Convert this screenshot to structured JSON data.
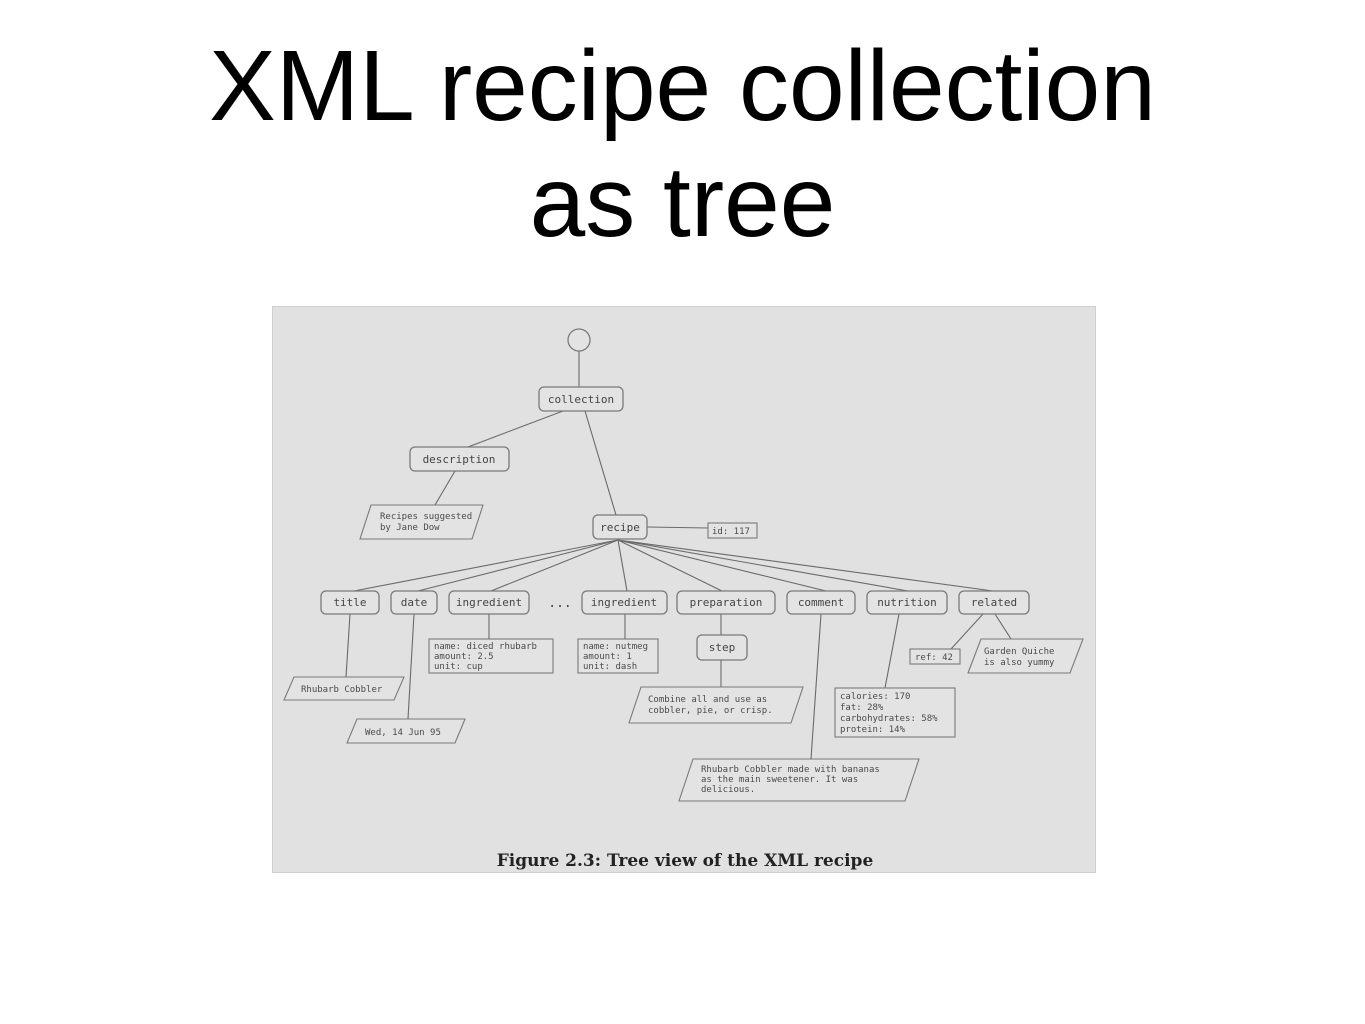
{
  "slide": {
    "title_line1": "XML recipe collection",
    "title_line2": "as tree"
  },
  "figure": {
    "caption": "Figure 2.3: Tree view of the XML recipe",
    "nodes": {
      "collection": "collection",
      "description": "description",
      "recipe": "recipe",
      "title": "title",
      "date": "date",
      "ingredient_1": "ingredient",
      "ingredient_2": "ingredient",
      "preparation": "preparation",
      "comment": "comment",
      "nutrition": "nutrition",
      "related": "related",
      "step": "step",
      "ellipsis": "..."
    },
    "attributes": {
      "recipe_id": "id: 117",
      "related_ref": "ref: 42",
      "ingredient_1": [
        "name: diced rhubarb",
        "amount: 2.5",
        "unit: cup"
      ],
      "ingredient_2": [
        "name: nutmeg",
        "amount: 1",
        "unit: dash"
      ],
      "nutrition": [
        "calories: 170",
        "fat: 28%",
        "carbohydrates: 58%",
        "protein: 14%"
      ]
    },
    "texts": {
      "description": [
        "Recipes suggested",
        "by Jane Dow"
      ],
      "title": "Rhubarb Cobbler",
      "date": "Wed, 14 Jun 95",
      "step": [
        "Combine all and use as",
        "cobbler, pie, or crisp."
      ],
      "comment": [
        "Rhubarb Cobbler made with bananas",
        "as the main sweetener. It was",
        "delicious."
      ],
      "related": [
        "Garden Quiche",
        "is also yummy"
      ]
    }
  }
}
